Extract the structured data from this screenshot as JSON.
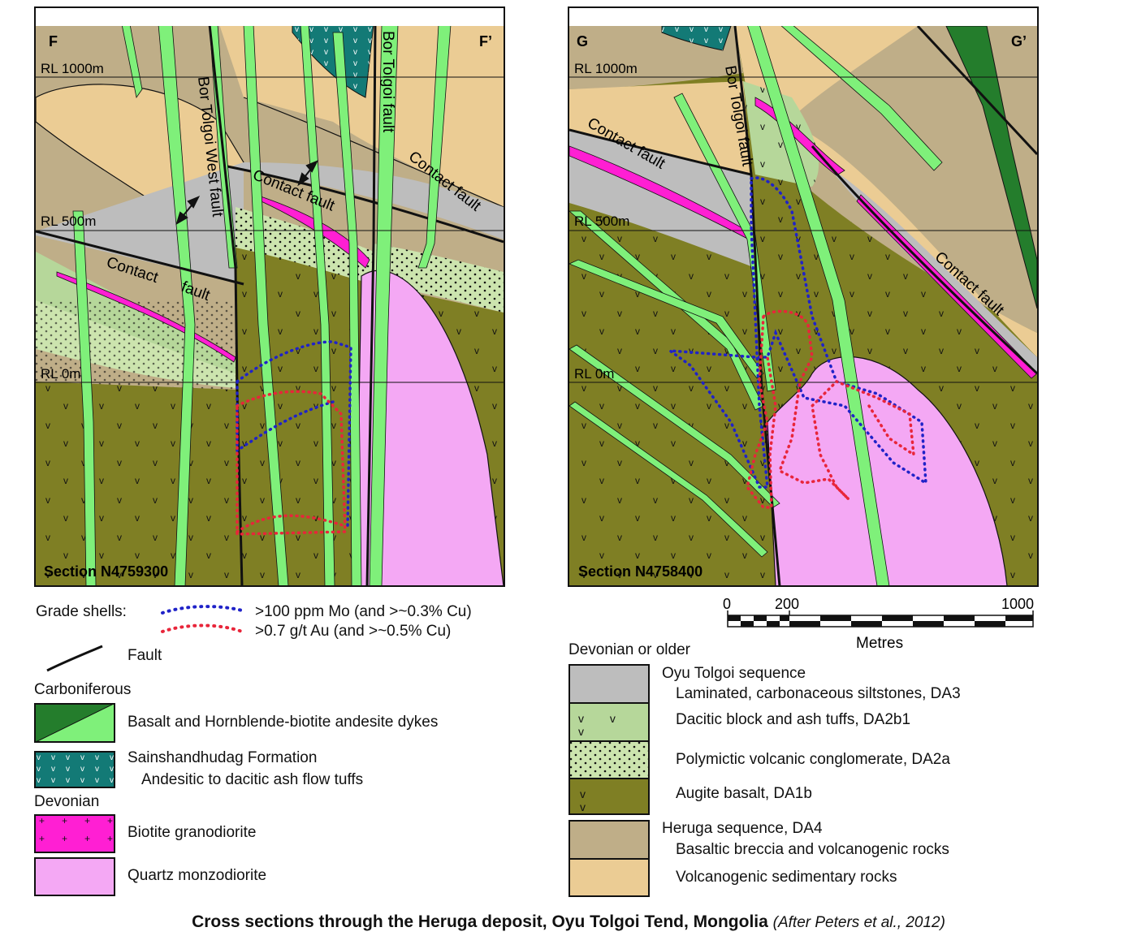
{
  "colors": {
    "heruga_basaltic": "#bfae88",
    "volcanogenic_sedimentary": "#ebcc94",
    "siltstone": "#bdbdbd",
    "dacitic_tuff": "#b6d79a",
    "conglomerate": "#cce4ae",
    "augite_basalt": "#7f7f24",
    "granodiorite": "#ff1fd3",
    "quartz_monzodiorite": "#f4a8f4",
    "ash_flow_tuffs": "#137a76",
    "dyke_light": "#7ff07a",
    "dyke_dark": "#247d2c",
    "mo_shell": "#1f22c8",
    "au_shell": "#e8253a"
  },
  "section_f": {
    "left_label": "F",
    "right_label": "F’",
    "rl_1000": "RL 1000m",
    "rl_500": "RL 500m",
    "rl_0": "RL 0m",
    "section_name": "Section N4759300",
    "fault_west": "Bor Tolgoi West fault",
    "fault_bor": "Bor Tolgoi fault",
    "contact_fault": "Contact fault",
    "contact_fault_lower_a": "Contact",
    "contact_fault_lower_b": "fault"
  },
  "section_g": {
    "left_label": "G",
    "right_label": "G’",
    "rl_1000": "RL 1000m",
    "rl_500": "RL 500m",
    "rl_0": "RL 0m",
    "section_name": "Section N4758400",
    "fault_bor": "Bor Tolgoi fault",
    "contact_fault_upper": "Contact fault",
    "contact_fault_right": "Contact fault"
  },
  "scale": {
    "tick_0": "0",
    "tick_200": "200",
    "tick_1000": "1000",
    "unit": "Metres"
  },
  "legend": {
    "grade_shells_label": "Grade shells:",
    "mo_shell": ">100 ppm Mo (and >~0.3% Cu)",
    "au_shell": ">0.7 g/t Au (and >~0.5% Cu)",
    "fault": "Fault",
    "carboniferous": "Carboniferous",
    "basalt_dykes": "Basalt and Hornblende-biotite andesite dykes",
    "sainshand_title": "Sainshandhudag Formation",
    "sainshand_sub": "Andesitic to dacitic ash flow tuffs",
    "devonian": "Devonian",
    "granodiorite": "Biotite granodiorite",
    "monzodiorite": "Quartz monzodiorite",
    "devonian_older": "Devonian or older",
    "oyu_title": "Oyu Tolgoi sequence",
    "siltstones": "Laminated, carbonaceous siltstones, DA3",
    "dacitic": "Dacitic block and ash tuffs, DA2b1",
    "conglomerate": "Polymictic volcanic conglomerate, DA2a",
    "augite": "Augite basalt, DA1b",
    "heruga_title": "Heruga sequence, DA4",
    "breccia": "Basaltic breccia and volcanogenic rocks",
    "volc_sed": "Volcanogenic sedimentary rocks"
  },
  "caption": {
    "main": "Cross sections through the Heruga deposit, Oyu Tolgoi Tend, Mongolia",
    "credit": "(After Peters et al., 2012)"
  }
}
